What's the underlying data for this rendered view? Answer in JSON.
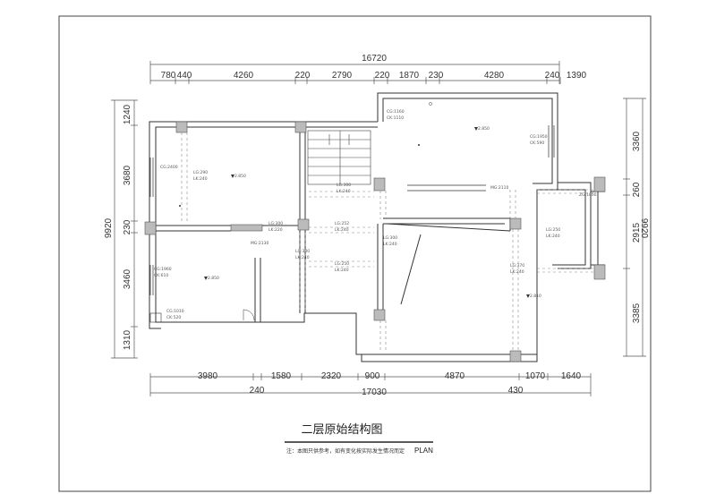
{
  "dims_top_total": "16720",
  "dims_top": [
    "780",
    "440",
    "4260",
    "220",
    "2790",
    "220",
    "1870",
    "230",
    "4280",
    "240",
    "1390"
  ],
  "dims_bottom_row": [
    "3980",
    "1580",
    "2320",
    "900",
    "4870",
    "1070",
    "1640"
  ],
  "dims_bottom_lower": [
    "240",
    "430"
  ],
  "dims_bottom_total": "17030",
  "dims_left": [
    "1240",
    "3680",
    "230",
    "3460",
    "1310"
  ],
  "dims_left_total": "9920",
  "dims_right": [
    "3360",
    "260",
    "2915",
    "3385"
  ],
  "dims_right_total": "9920",
  "levels": [
    "2.850",
    "2.850",
    "2.850",
    "2.810"
  ],
  "labels": {
    "cg2400": "CG:2400",
    "lg290": "LG:290",
    "lk240a": "LK:240",
    "cg1160": "CG:1160",
    "ck1110": "CK:1110",
    "cg1950": "CG:1950",
    "ck590": "CK:590",
    "lg300a": "LG:300",
    "lk240b": "LK:240",
    "mg2110": "MG:2110",
    "zg1800": "ZG:1800",
    "lg300b": "LG:300",
    "lk220": "LK:220",
    "lg252": "LG:252",
    "lk240c": "LK:240",
    "lg300c": "LG:300",
    "lk240d": "LK:240",
    "mg2130": "MG:2130",
    "lg300d": "LG:300",
    "lk240e": "LK:240",
    "lg250a": "LG:250",
    "lk240f": "LK:240",
    "lg250b": "LG:250",
    "lk240g": "LK:240",
    "cg1960": "CG:1960",
    "ck610": "CK:610",
    "lg370": "LG:370",
    "lk240h": "LK:240",
    "cg1010": "CG:1010",
    "ck520": "CK:520"
  },
  "title": "二层原始结构图",
  "note": "注：本图只供参考，如有变化按实际发生情况而定",
  "plan": "PLAN"
}
